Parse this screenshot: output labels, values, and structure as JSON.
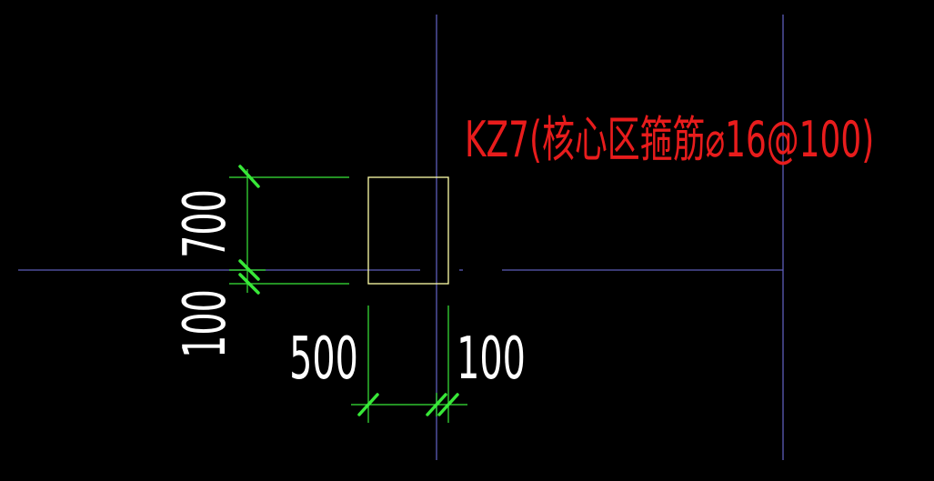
{
  "drawing": {
    "background": "#000000",
    "colors": {
      "axis": "#5c5cb8",
      "column": "#ffffa8",
      "dimension": "#38e838",
      "dimension_text": "#ffffff",
      "label": "#e81c1c"
    },
    "column_label": "KZ7(核心区箍筋⌀16@100)",
    "dimensions": {
      "vertical_upper": "700",
      "vertical_lower": "100",
      "horizontal_left": "500",
      "horizontal_right": "100"
    }
  }
}
